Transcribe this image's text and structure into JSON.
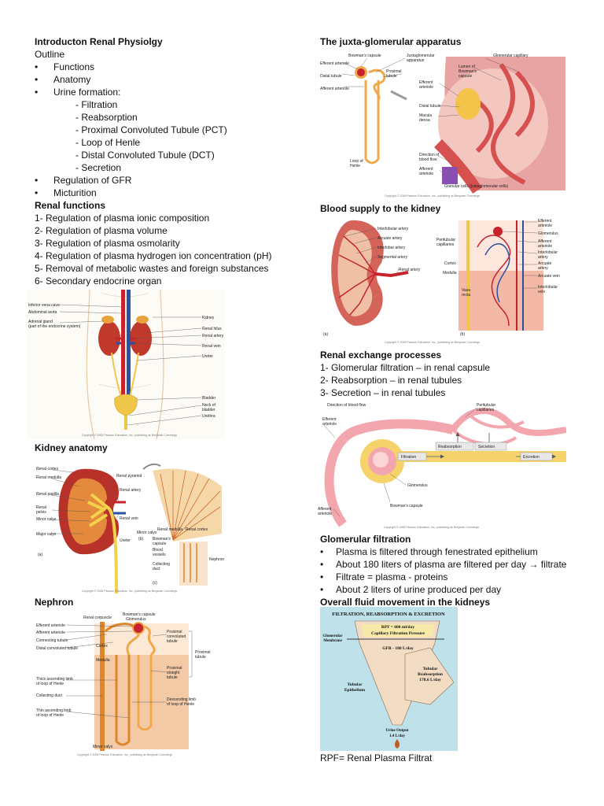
{
  "left": {
    "title": "Introducton Renal Physiolgy",
    "outline_heading": "Outline",
    "outline_items": [
      "Functions",
      "Anatomy",
      "Urine formation:"
    ],
    "urine_sub_items": [
      "- Filtration",
      "- Reabsorption",
      "- Proximal Convoluted Tubule (PCT)",
      "- Loop of Henle",
      "- Distal Convoluted Tubule (DCT)",
      "- Secretion"
    ],
    "outline_items_2": [
      "Regulation of GFR",
      "Micturition"
    ],
    "renal_functions_heading": "Renal functions",
    "renal_functions": [
      "1- Regulation of plasma ionic composition",
      "2- Regulation of plasma volume",
      "3- Regulation of plasma osmolarity",
      "4- Regulation of plasma hydrogen ion concentration (pH)",
      "5- Removal of metabolic wastes and foreign substances",
      "6- Secondary endocrine organ"
    ],
    "fig_urinary": {
      "labels_left": [
        "Inferior vena cava",
        "Abdominal aorta",
        "Adrenal gland",
        "(part of the endocrine system)"
      ],
      "labels_right": [
        "Kidney",
        "Renal hilus",
        "Renal artery",
        "Renal vein",
        "Ureter",
        "Bladder",
        "Neck of",
        "bladder",
        "Urethra"
      ],
      "copyright": "Copyright © 2008 Pearson Education, Inc., publishing as Benjamin Cummings"
    },
    "kidney_anatomy_heading": "Kidney anatomy",
    "fig_kidney": {
      "labels_left": [
        "Renal cortex",
        "Renal medulla",
        "Renal papilla",
        "Renal",
        "pelvis",
        "Minor calyx",
        "Major calyx"
      ],
      "labels_mid": [
        "Renal pyramid",
        "Renal artery",
        "Renal vein",
        "Ureter",
        "Minor calyx"
      ],
      "labels_right": [
        "Renal medulla",
        "Renal cortex",
        "Bowman's",
        "capsule",
        "Blood",
        "vessels",
        "Collecting",
        "duct",
        "Nephron"
      ],
      "panel_a": "(a)",
      "panel_b": "(b)",
      "panel_c": "(c)",
      "copyright": "Copyright © 2008 Pearson Education, Inc., publishing as Benjamin Cummings"
    },
    "nephron_heading": "Nephron",
    "fig_nephron": {
      "labels_left": [
        "Efferent arteriole",
        "Afferent arteriole",
        "Connecting tubule",
        "Distal convoluted tubule",
        "Thick ascending limb",
        "of loop of Henle",
        "Collecting duct",
        "Thin ascending limb",
        "of loop of Henle"
      ],
      "labels_top": [
        "Renal corpuscle",
        "Bowman's capsule",
        "Glomerulus"
      ],
      "labels_right": [
        "Proximal",
        "convoluted",
        "tubule",
        "Proximal",
        "straight",
        "tubule",
        "Descending limb",
        "of loop of Henle"
      ],
      "bracket_label": [
        "Proximal",
        "tubule"
      ],
      "cortex": "Cortex",
      "medulla": "Medulla",
      "minor_calyx": "Minor calyx",
      "copyright": "Copyright © 2008 Pearson Education, Inc., publishing as Benjamin Cummings"
    }
  },
  "right": {
    "jga_heading": "The juxta-glomerular apparatus",
    "fig_jga": {
      "labels_left": [
        "Bowman's capsule",
        "Efferent arteriole",
        "Distal tubule",
        "Afferent arteriole",
        "Loop of",
        "Henle"
      ],
      "labels_mid": [
        "Juxtaglomerular",
        "apparatus",
        "Proximal",
        "tubule",
        "Efferent",
        "arteriole",
        "Distal tubule",
        "Macula",
        "densa",
        "Direction of",
        "blood flow",
        "Afferent",
        "arteriole"
      ],
      "labels_right": [
        "Glomerular capillary",
        "Lumen of",
        "Bowman's",
        "capsule"
      ],
      "granular": "Granular cells (juxtaglomerular cells)",
      "copyright": "Copyright © 2008 Pearson Education, Inc., publishing as Benjamin Cummings"
    },
    "blood_supply_heading": "Blood supply to the kidney",
    "fig_blood": {
      "labels_mid": [
        "Interlobular artery",
        "Arcuate artery",
        "Interlobar artery",
        "Segmental artery",
        "Renal artery"
      ],
      "labels_b": [
        "Peritubular",
        "capillaries",
        "Cortex",
        "Medulla",
        "Vasa",
        "recta"
      ],
      "labels_right": [
        "Efferent",
        "arteriole",
        "Glomerulus",
        "Afferent",
        "arteriole",
        "Interlobular",
        "artery",
        "Arcuate",
        "artery",
        "Arcuate vein",
        "Interlobular",
        "vein"
      ],
      "panel_a": "(a)",
      "panel_b": "(b)",
      "copyright": "Copyright © 2008 Pearson Education, Inc., publishing as Benjamin Cummings"
    },
    "exchange_heading": "Renal exchange processes",
    "exchange_items": [
      "1- Glomerular filtration – in renal capsule",
      "2- Reabsorption – in renal tubules",
      "3- Secretion – in renal tubules"
    ],
    "fig_exchange": {
      "direction": "Direction of blood flow",
      "efferent": [
        "Efferent",
        "arteriole"
      ],
      "peritubular": [
        "Peritubular",
        "capillaries"
      ],
      "reabsorption": "Reabsorption",
      "secretion": "Secretion",
      "filtration": "Filtration",
      "excretion": "Excretion",
      "glomerulus": "Glomerulus",
      "bowman": "Bowman's capsule",
      "afferent": [
        "Afferent",
        "arteriole"
      ],
      "copyright": "Copyright © 2008 Pearson Education, Inc., publishing as Benjamin Cummings"
    },
    "glomerular_heading": "Glomerular filtration",
    "glomerular_items": [
      "Plasma is filtered through fenestrated epithelium",
      "About 180 liters of plasma are filtered per day → filtrate",
      "Filtrate = plasma - proteins",
      "About 2 liters of urine produced per day"
    ],
    "overall_heading": "Overall fluid movement in the kidneys",
    "fig_overall": {
      "title": "FILTRATION, REABSORPTION & EXCRETION",
      "rpf": "RPF = 600 ml/day",
      "pressure": "Capillary Filtration Pressure",
      "membrane": [
        "Glomerular",
        "Membrane"
      ],
      "gfr": "GFR - 180 L/day",
      "tubular_epi": [
        "Tubular",
        "Epithelium"
      ],
      "tubular_reab": [
        "Tubular",
        "Reabsorption",
        "178.6 L/day"
      ],
      "urine": [
        "Urine Output",
        "1.4 L/day"
      ]
    },
    "rpf_note": "RPF= Renal Plasma Filtrat"
  }
}
